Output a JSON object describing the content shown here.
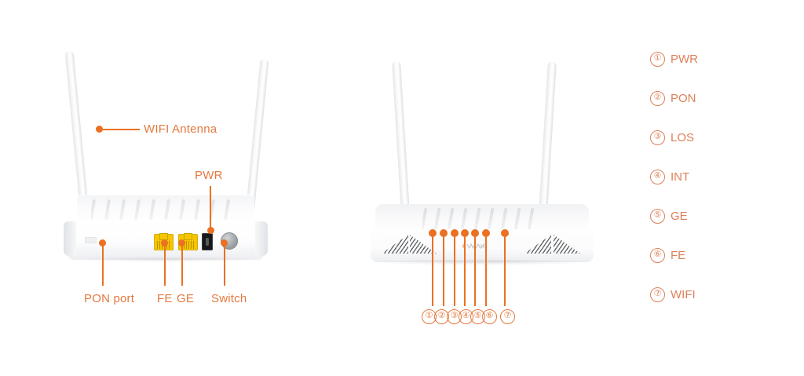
{
  "accent_color": "#ea7122",
  "label_color": "#e4793f",
  "legend_color": "#dd8059",
  "background_color": "#ffffff",
  "left_device": {
    "name": "ONU router rear view",
    "callouts": [
      {
        "id": "wifi-antenna",
        "label": "WIFI Antenna"
      },
      {
        "id": "pwr",
        "label": "PWR"
      },
      {
        "id": "pon-port",
        "label": "PON port"
      },
      {
        "id": "fe",
        "label": "FE"
      },
      {
        "id": "ge",
        "label": "GE"
      },
      {
        "id": "switch",
        "label": "Switch"
      }
    ],
    "ports": {
      "rj45_count": 2,
      "rj45_color": "#f5c600",
      "power_jack": "black rectangular DC jack",
      "switch_button": "round gray push button"
    }
  },
  "right_device": {
    "name": "ONU router front view",
    "logo_text": "",
    "indicator_callouts": [
      {
        "number": "①"
      },
      {
        "number": "②"
      },
      {
        "number": "③"
      },
      {
        "number": "④"
      },
      {
        "number": "⑤"
      },
      {
        "number": "⑥"
      },
      {
        "number": "⑦"
      }
    ]
  },
  "legend": {
    "items": [
      {
        "number": "①",
        "label": "PWR"
      },
      {
        "number": "②",
        "label": "PON"
      },
      {
        "number": "③",
        "label": "LOS"
      },
      {
        "number": "④",
        "label": "INT"
      },
      {
        "number": "⑤",
        "label": "GE"
      },
      {
        "number": "⑥",
        "label": "FE"
      },
      {
        "number": "⑦",
        "label": "WIFI"
      }
    ]
  }
}
